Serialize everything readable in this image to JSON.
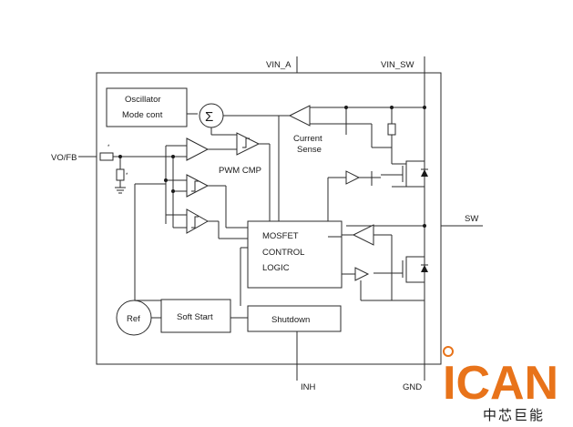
{
  "pins": {
    "vin_a": "VIN_A",
    "vin_sw": "VIN_SW",
    "vo_fb": "VO/FB",
    "sw": "SW",
    "inh": "INH",
    "gnd": "GND"
  },
  "blocks": {
    "oscillator_line1": "Oscillator",
    "oscillator_line2": "Mode cont",
    "sum_symbol": "Σ",
    "current_sense_line1": "Current",
    "current_sense_line2": "Sense",
    "pwm_cmp": "PWM CMP",
    "mosfet_line1": "MOSFET",
    "mosfet_line2": "CONTROL",
    "mosfet_line3": "LOGIC",
    "ref": "Ref",
    "soft_start": "Soft Start",
    "shutdown": "Shutdown"
  },
  "divider_marks": {
    "top": "*",
    "bottom": "*"
  },
  "logo": {
    "main": "ICAN",
    "sub": "中芯巨能",
    "color": "#e8731a"
  }
}
